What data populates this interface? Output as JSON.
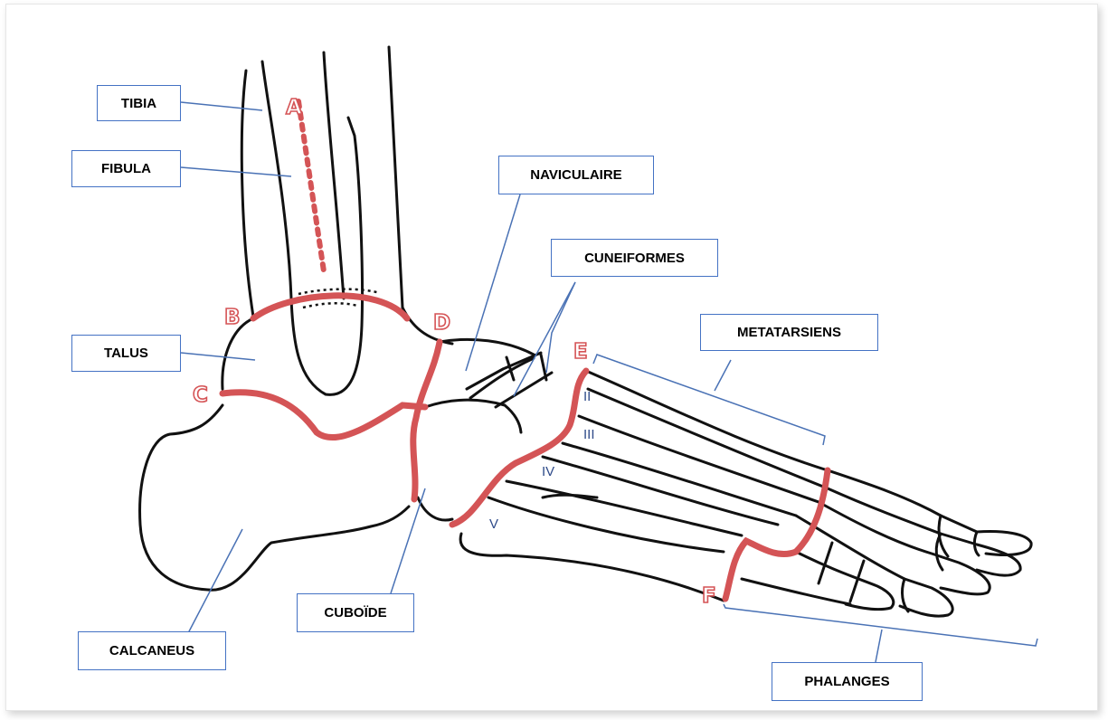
{
  "labels": {
    "tibia": "TIBIA",
    "fibula": "FIBULA",
    "talus": "TALUS",
    "calcaneus": "CALCANEUS",
    "naviculaire": "NAVICULAIRE",
    "cuneiformes": "CUNEIFORMES",
    "metatarsiens": "METATARSIENS",
    "cuboide": "CUBOÏDE",
    "phalanges": "PHALANGES"
  },
  "joint_markers": [
    "A",
    "B",
    "C",
    "D",
    "E",
    "F"
  ],
  "metatarsal_numerals": [
    "II",
    "III",
    "IV",
    "V"
  ],
  "colors": {
    "bone_outline": "#111111",
    "joint_line": "#d45456",
    "label_border": "#4472c4",
    "leader_line": "#4a72b5",
    "numeral_text": "#2f4b8a"
  }
}
